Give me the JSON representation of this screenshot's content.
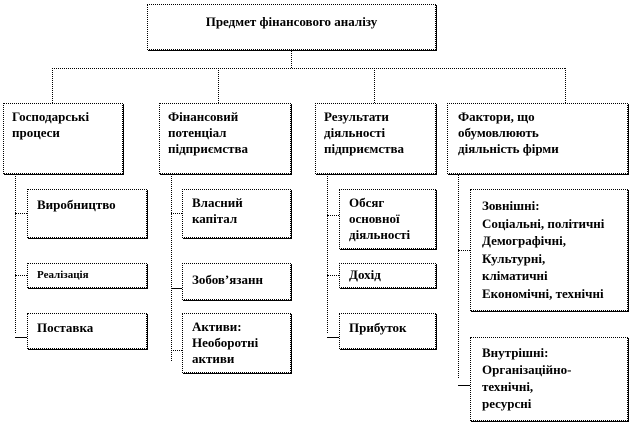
{
  "title": "Предмет фінансового аналізу",
  "columns": [
    {
      "label": "Господарські\nпроцеси",
      "items": [
        "Виробництво",
        "Реалізація",
        "Поставка"
      ]
    },
    {
      "label": "Фінансовий\nпотенціал\nпідприємства",
      "items": [
        "Власний\nкапітал",
        "Зобов’язанн",
        "Активи:\nНеоборотні\nактиви"
      ]
    },
    {
      "label": "Результати\nдіяльності\nпідприємства",
      "items": [
        "Обсяг\nосновної\nдіяльності",
        "Дохід",
        "Прибуток"
      ]
    },
    {
      "label": "Фактори, що\nобумовлюють\nдіяльність   фірми",
      "items": [
        "Зовнішні:\nСоціальні, політичні\nДемографічні,\nКультурні,\nкліматичні\nЕкономічні,  технічні",
        "Внутрішні:\nОрганізаційно-\nтехнічні,\nресурсні"
      ]
    }
  ]
}
